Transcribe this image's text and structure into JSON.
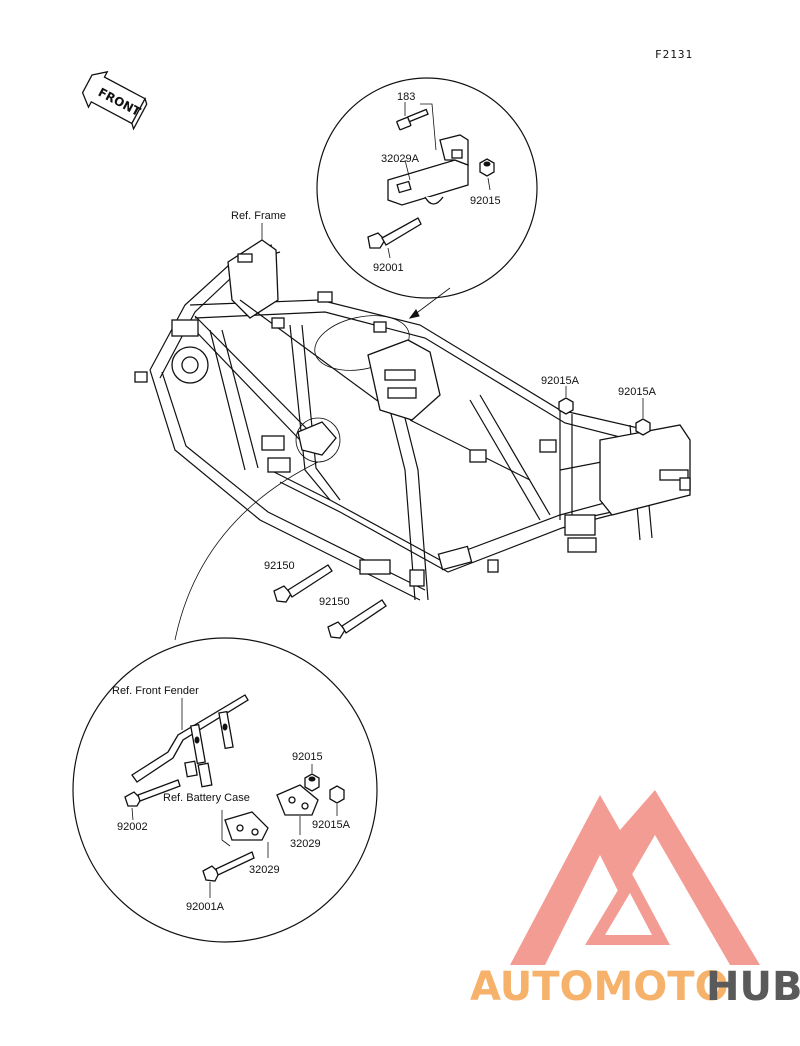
{
  "figure_code": "F2131",
  "front_arrow": {
    "label": "FRONT"
  },
  "callouts": {
    "ref_frame": "Ref. Frame",
    "ref_front_fender": "Ref. Front Fender",
    "ref_battery_case": "Ref. Battery Case"
  },
  "parts": {
    "top_detail": [
      "183",
      "32029A",
      "92015",
      "92001"
    ],
    "frame_nuts": [
      "92015A",
      "92015A"
    ],
    "frame_bolts": [
      "92150",
      "92150"
    ],
    "bottom_detail": [
      "92002",
      "92015",
      "92015A",
      "32029",
      "32029",
      "92001A"
    ]
  },
  "watermark": {
    "text_part1": "AUTOMOTO",
    "text_part2": "HUB",
    "colors": {
      "accent_orange": "#F6B26B",
      "accent_red": "#F08080",
      "dark": "#5A5A5A",
      "logo": "#F28B82"
    }
  }
}
